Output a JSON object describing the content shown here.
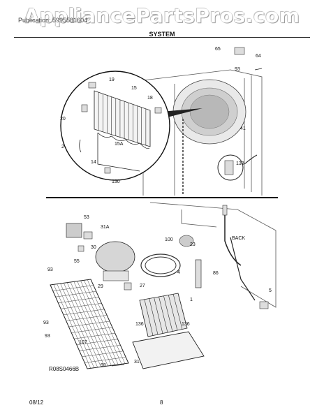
{
  "watermark": "AppliancePartsPros.com",
  "header": {
    "left": "Publication: 5995581604",
    "title": "SYSTEM"
  },
  "diagram_code": "R08S0466B",
  "footer": {
    "date": "08/12",
    "page": "8"
  },
  "labels": [
    "65",
    "64",
    "93",
    "19",
    "15",
    "18",
    "20",
    "41",
    "2",
    "15A",
    "14",
    "130",
    "138",
    "53",
    "31A",
    "100",
    "23",
    "BACK",
    "30",
    "55",
    "86",
    "93",
    "29",
    "27",
    "4",
    "1",
    "5",
    "93",
    "107",
    "136",
    "136",
    "93",
    "31",
    "93"
  ]
}
